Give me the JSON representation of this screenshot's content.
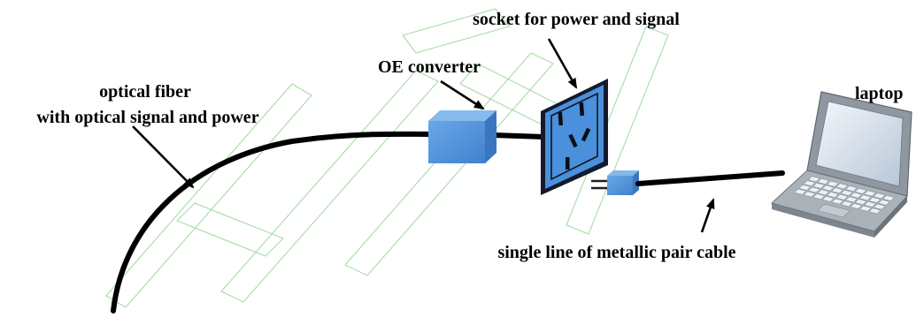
{
  "labels": {
    "socket": "socket for power and signal",
    "oe_converter": "OE converter",
    "optical_fiber_line1": "optical fiber",
    "optical_fiber_line2": "with optical signal and power",
    "laptop": "laptop",
    "cable": "single line of metallic pair cable"
  },
  "colors": {
    "device_blue": "#4a90dc",
    "device_blue_light": "#86b9ec",
    "device_blue_dark": "#3a76bd",
    "line": "#000000",
    "watermark": "#96d696",
    "laptop_grey": "#a9b1b9"
  }
}
